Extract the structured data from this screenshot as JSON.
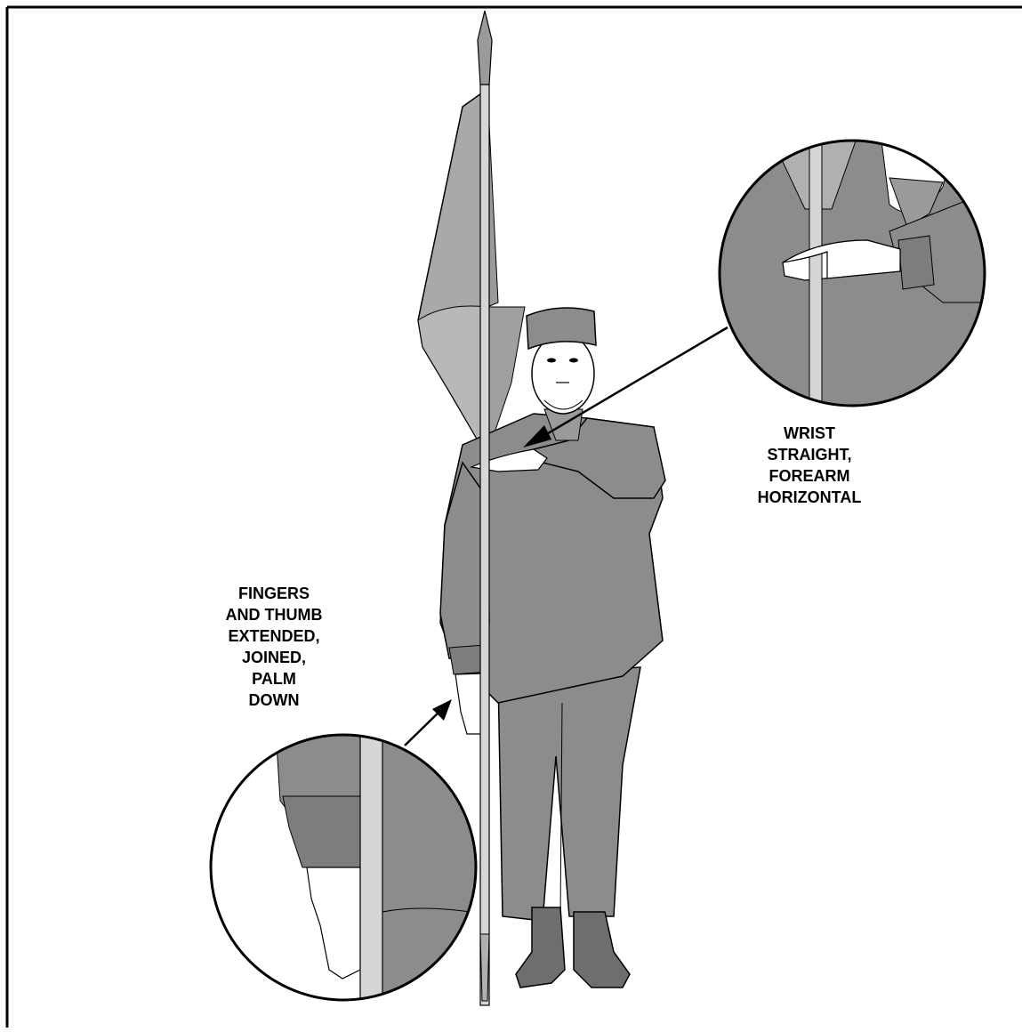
{
  "figure": {
    "labels": {
      "wrist": [
        "WRIST",
        "STRAIGHT,",
        "FOREARM",
        "HORIZONTAL"
      ],
      "fingers": [
        "FINGERS",
        "AND THUMB",
        "EXTENDED,",
        "JOINED,",
        "PALM",
        "DOWN"
      ]
    },
    "colors": {
      "background": "#ffffff",
      "uniform": "#8c8c8c",
      "uniform_dark": "#6e6e6e",
      "flag": "#a9a9a9",
      "flag_light": "#b8b8b8",
      "staff": "#d6d6d6",
      "skin": "#ffffff",
      "outline": "#000000"
    }
  }
}
